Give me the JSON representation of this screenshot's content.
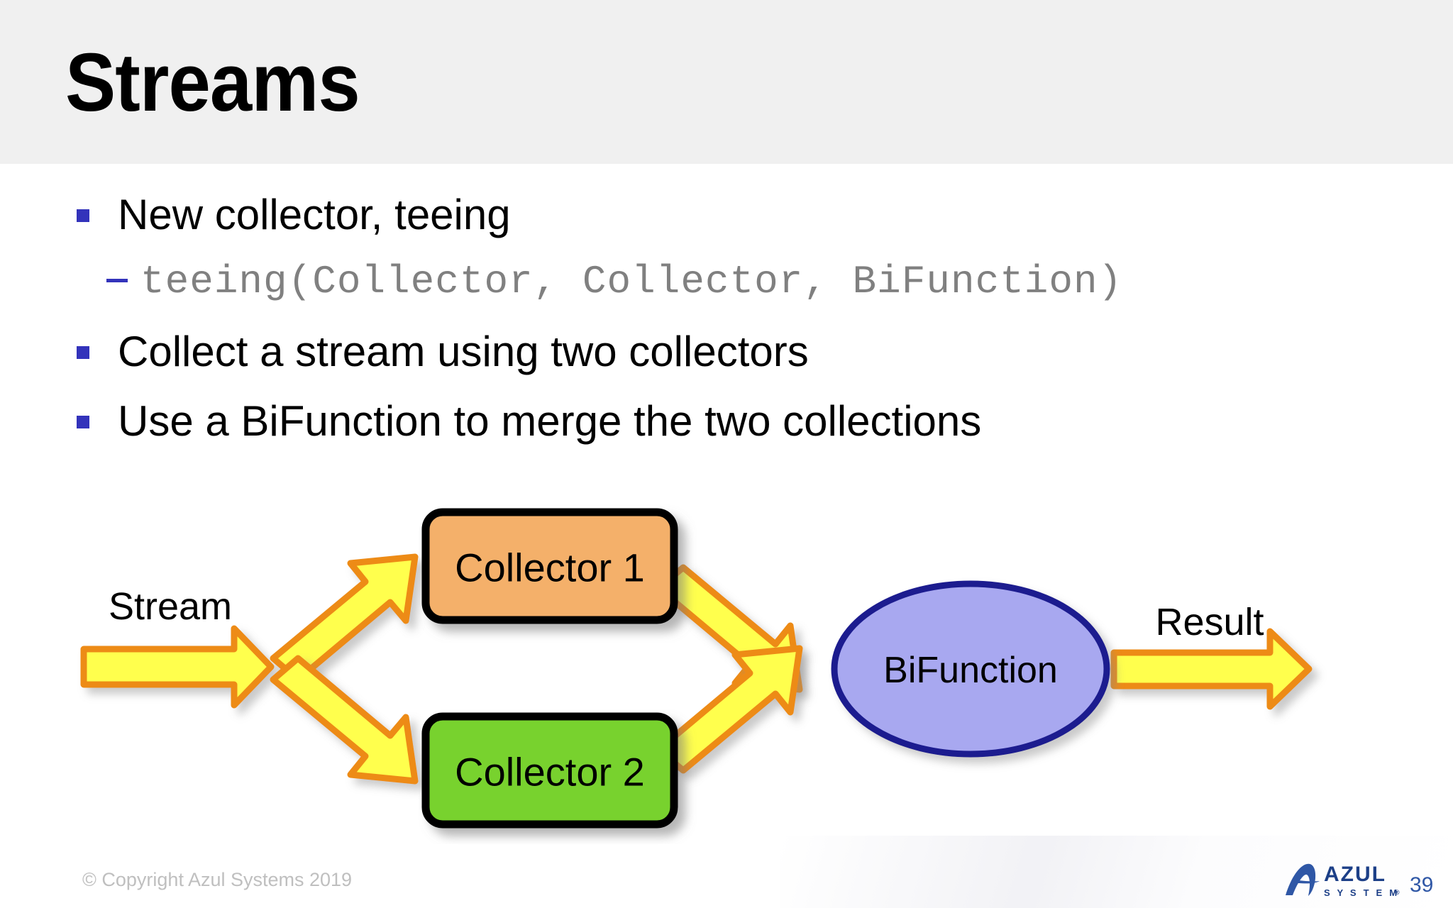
{
  "slide": {
    "title": "Streams",
    "page_number": "39",
    "copyright": "© Copyright Azul Systems 2019"
  },
  "bullets": [
    {
      "marker": "square",
      "text": "New collector, teeing",
      "style": "plain"
    },
    {
      "marker": "dash",
      "text": "teeing(Collector, Collector, BiFunction)",
      "style": "code"
    },
    {
      "marker": "square",
      "text": "Collect a stream using two collectors",
      "style": "plain"
    },
    {
      "marker": "square",
      "text": "Use a BiFunction to merge the two collections",
      "style": "plain"
    }
  ],
  "diagram": {
    "nodes": [
      {
        "id": "collector1",
        "label": "Collector 1",
        "shape": "rounded-rect",
        "fill": "#f4b06a",
        "stroke": "#000000"
      },
      {
        "id": "collector2",
        "label": "Collector 2",
        "shape": "rounded-rect",
        "fill": "#78d22e",
        "stroke": "#000000"
      },
      {
        "id": "bifunction",
        "label": "BiFunction",
        "shape": "ellipse",
        "fill": "#a8a8f0",
        "stroke": "#1f1f8f"
      }
    ],
    "edge_labels": [
      {
        "id": "stream",
        "label": "Stream"
      },
      {
        "id": "result",
        "label": "Result"
      }
    ],
    "arrow_fill": "#ffff4d",
    "arrow_stroke": "#ed8b16"
  },
  "logo": {
    "name": "AZUL",
    "subtitle": "S Y S T E M S",
    "registered": "®",
    "color": "#2f57a6"
  },
  "colors": {
    "header_band": "#f0f0f0",
    "bullet_marker": "#3333bb",
    "code_text": "#808080",
    "copyright_text": "#bfbfbf"
  }
}
